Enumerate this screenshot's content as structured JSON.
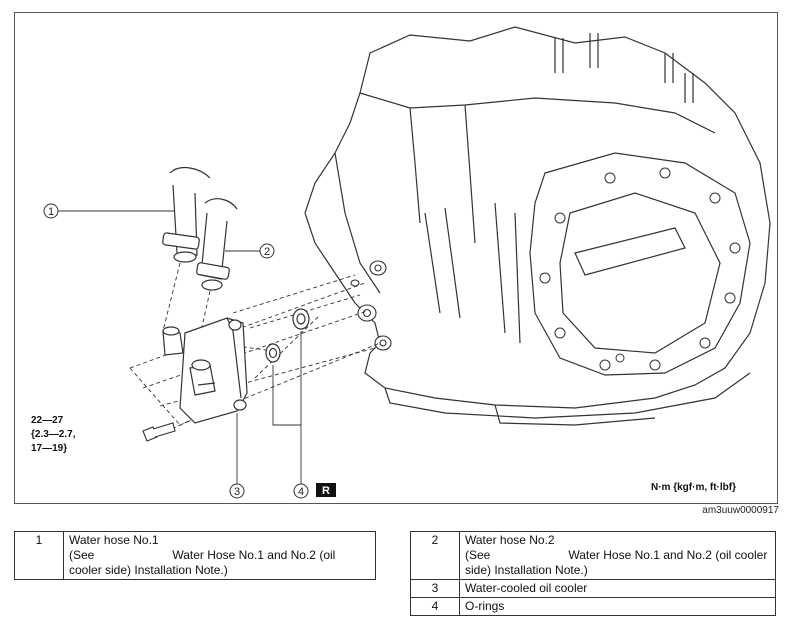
{
  "figure": {
    "callouts": [
      "1",
      "2",
      "3",
      "4"
    ],
    "ref_badge": "R",
    "torque": [
      "22—27",
      "{2.3—2.7,",
      "17—19}"
    ],
    "units": "N·m {kgf·m, ft·lbf}",
    "figure_id": "am3uuw0000917"
  },
  "parts_left": [
    {
      "num": "1",
      "name": "Water hose No.1",
      "note_pre": "(See",
      "note_link": "Water Hose No.1 and No.2 (oil cooler side) Installation Note.)"
    }
  ],
  "parts_right": [
    {
      "num": "2",
      "name": "Water hose No.2",
      "note_pre": "(See",
      "note_link": "Water Hose No.1 and No.2 (oil cooler side) Installation Note.)"
    },
    {
      "num": "3",
      "name": "Water-cooled oil cooler"
    },
    {
      "num": "4",
      "name": "O-rings"
    }
  ]
}
